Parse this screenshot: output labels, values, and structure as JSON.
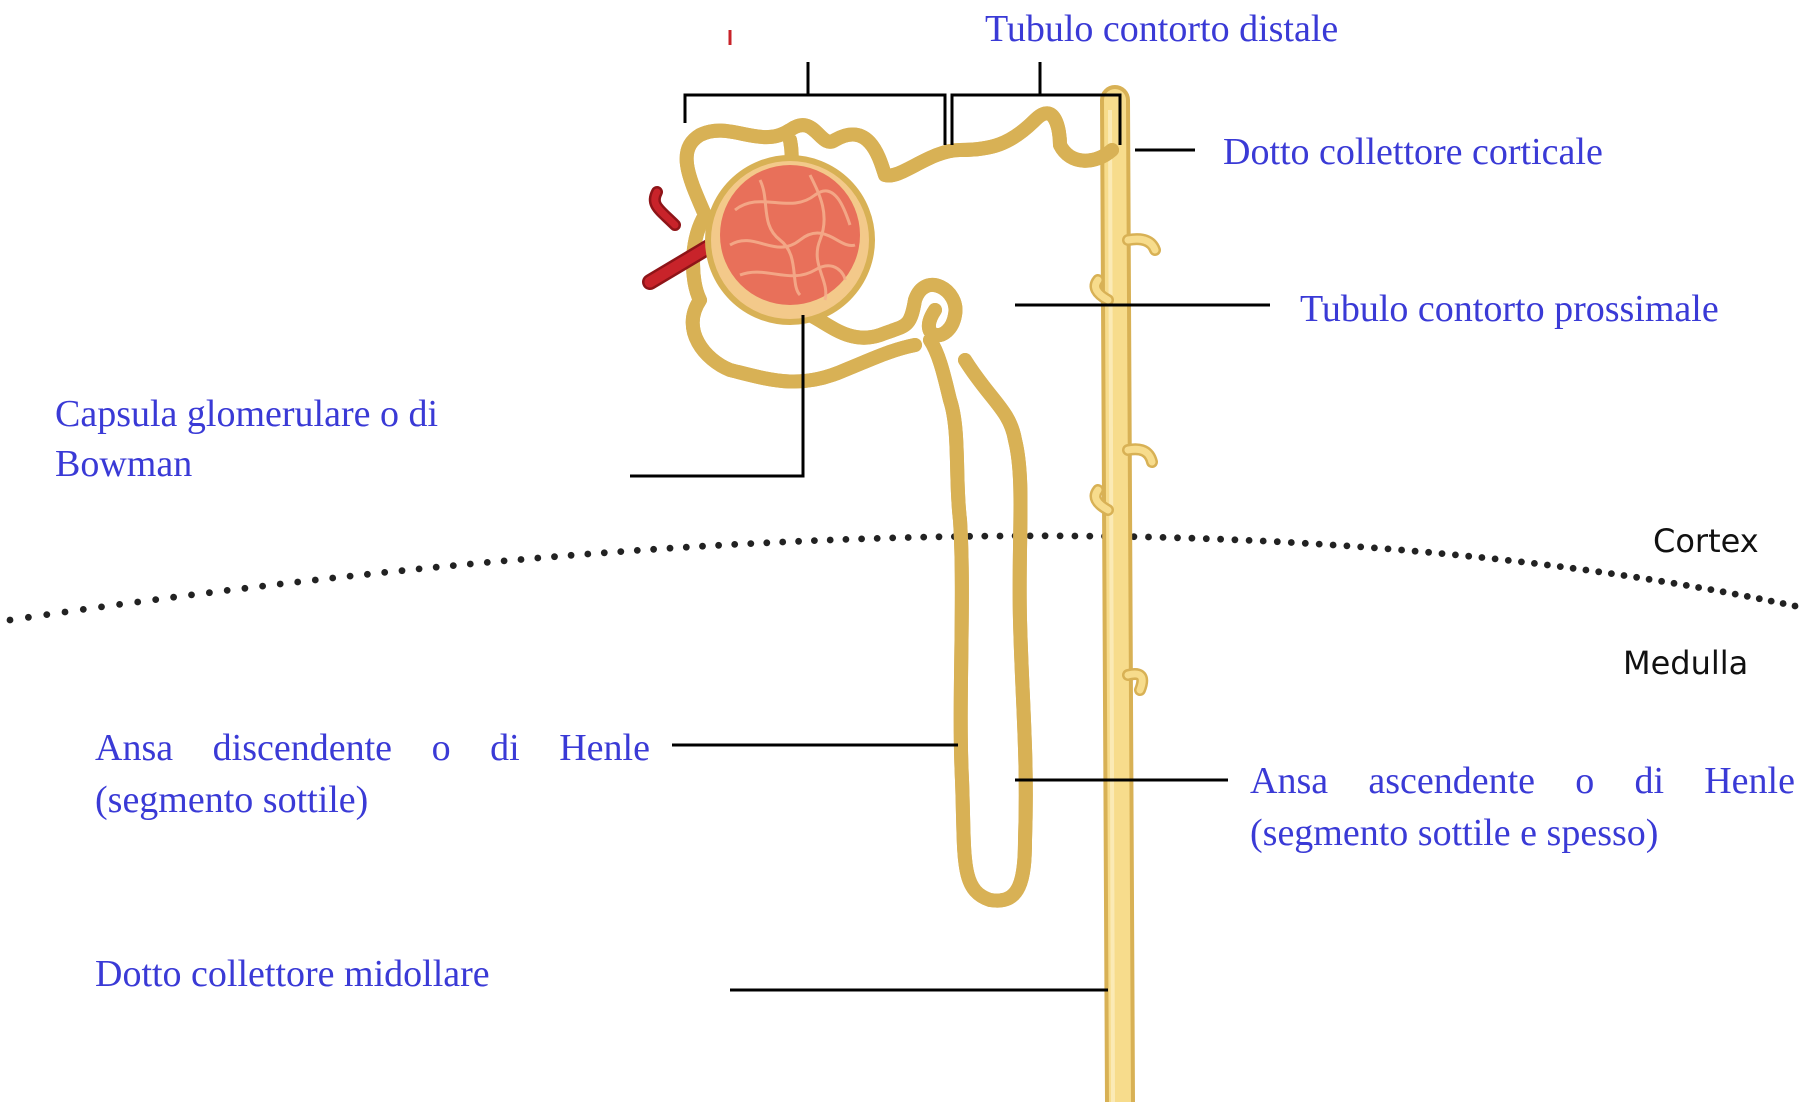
{
  "labels": {
    "tubulo_distale": "Tubulo contorto distale",
    "dotto_corticale": "Dotto collettore corticale",
    "tubulo_prossimale": "Tubulo contorto prossimale",
    "capsula_line1": "Capsula glomerulare o di",
    "capsula_line2": "Bowman",
    "ansa_disc_words": [
      "Ansa",
      "discendente",
      "o",
      "di",
      "Henle"
    ],
    "ansa_disc_line2": "(segmento sottile)",
    "ansa_asc_words": [
      "Ansa",
      "ascendente",
      "o",
      "di",
      "Henle"
    ],
    "ansa_asc_line2": "(segmento sottile e spesso)",
    "dotto_midollare": "Dotto collettore midollare"
  },
  "zones": {
    "cortex": "Cortex",
    "medulla": "Medulla"
  },
  "colors": {
    "label_text": "#3a3ad6",
    "tubule_fill": "#f7dc8c",
    "tubule_edge": "#d8b155",
    "glomerulus": "#e8705a",
    "arteriole": "#c8232a",
    "leader_line": "#000000",
    "dots": "#222222"
  }
}
